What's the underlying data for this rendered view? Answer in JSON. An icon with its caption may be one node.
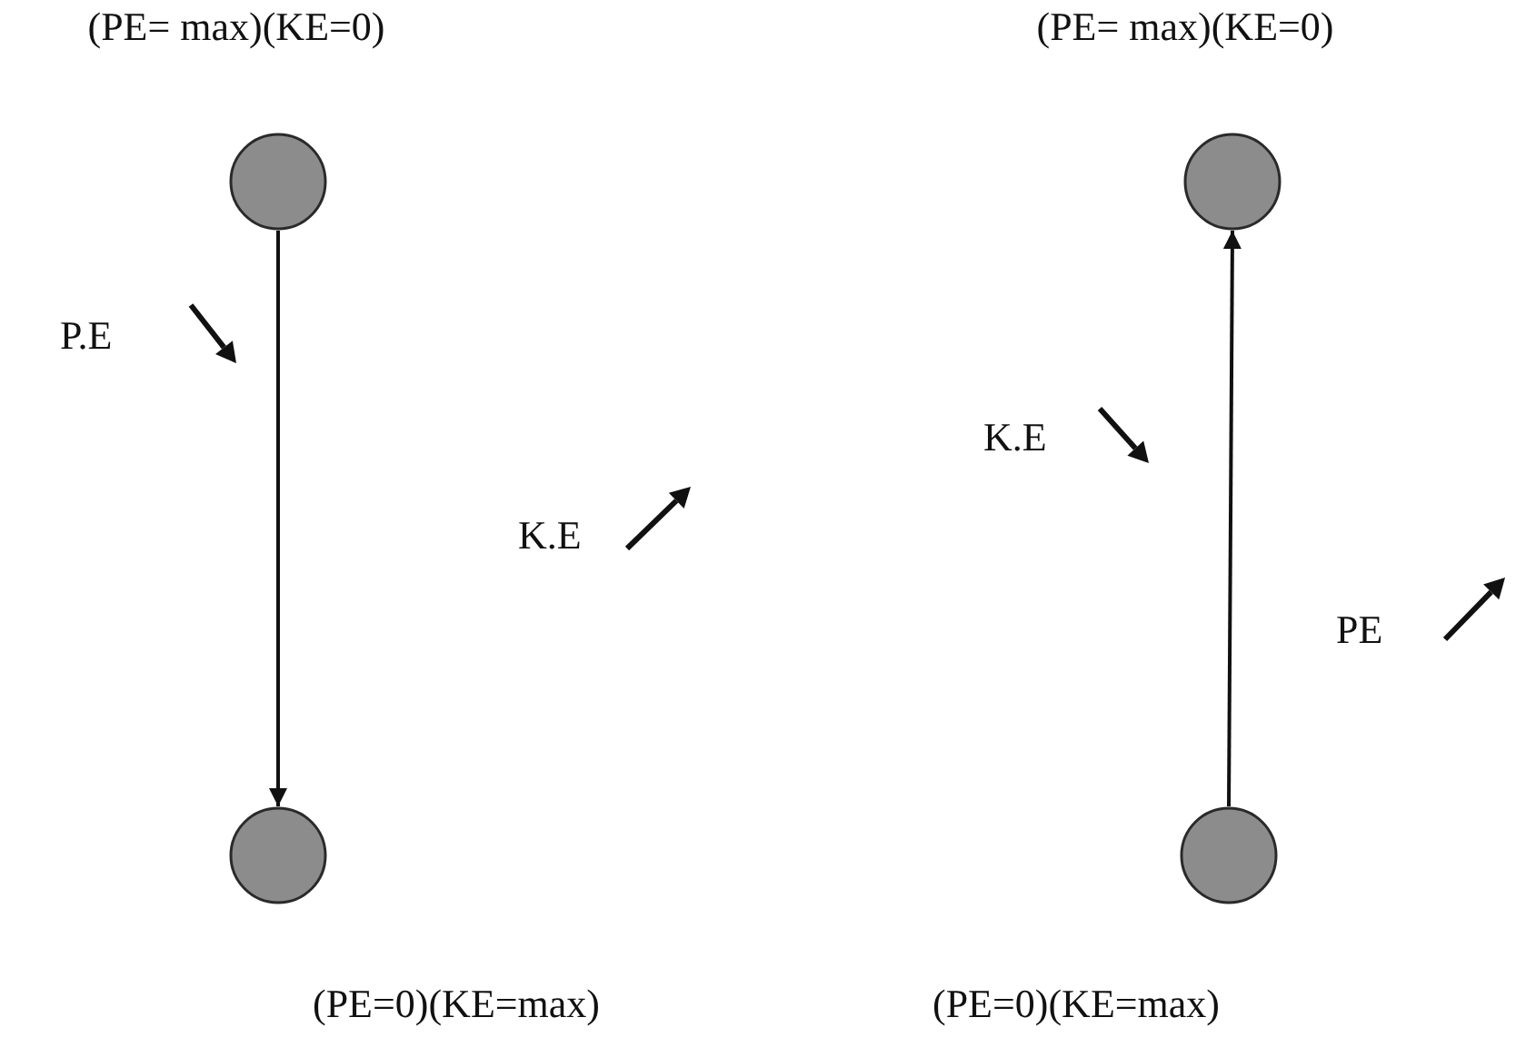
{
  "diagram": {
    "nodes": [
      {
        "text": [],
        "shape": "circle",
        "beside": [
          "(PE= max)(KE=0)"
        ]
      },
      {
        "text": [],
        "shape": "circle",
        "beside": [
          "(PE=0)(KE=max)"
        ]
      },
      {
        "text": [],
        "shape": "circle",
        "beside": [
          "(PE= max)(KE=0)"
        ]
      },
      {
        "text": [],
        "shape": "circle",
        "beside": [
          "(PE=0)(KE=max)"
        ]
      }
    ],
    "edges": [
      {
        "from": 0,
        "to": 1,
        "arrow": "to"
      },
      {
        "from": 3,
        "to": 2,
        "arrow": "to"
      }
    ],
    "labels": [
      "P.E",
      "K.E",
      "K.E",
      "PE"
    ]
  }
}
